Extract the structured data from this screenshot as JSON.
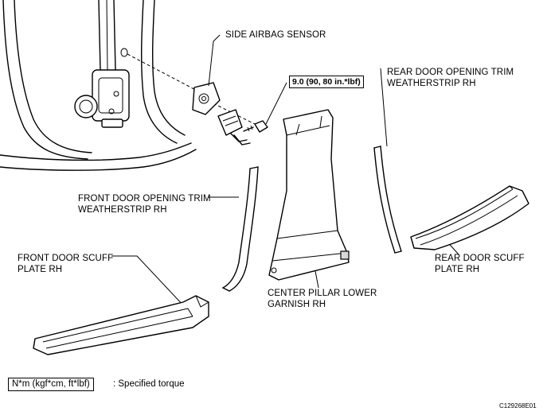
{
  "labels": {
    "side_airbag_sensor": "SIDE AIRBAG SENSOR",
    "rear_door_opening_trim_line1": "REAR DOOR OPENING TRIM",
    "rear_door_opening_trim_line2": "WEATHERSTRIP RH",
    "front_door_opening_trim_line1": "FRONT DOOR OPENING TRIM",
    "front_door_opening_trim_line2": "WEATHERSTRIP RH",
    "front_door_scuff_line1": "FRONT DOOR SCUFF",
    "front_door_scuff_line2": "PLATE RH",
    "rear_door_scuff_line1": "REAR DOOR SCUFF",
    "rear_door_scuff_line2": "PLATE RH",
    "center_pillar_line1": "CENTER PILLAR LOWER",
    "center_pillar_line2": "GARNISH RH"
  },
  "torque_spec": "9.0 (90, 80 in.*lbf)",
  "legend": {
    "box_text": "N*m (kgf*cm, ft*lbf)",
    "description": ": Specified torque"
  },
  "figure_code": "C129268E01"
}
